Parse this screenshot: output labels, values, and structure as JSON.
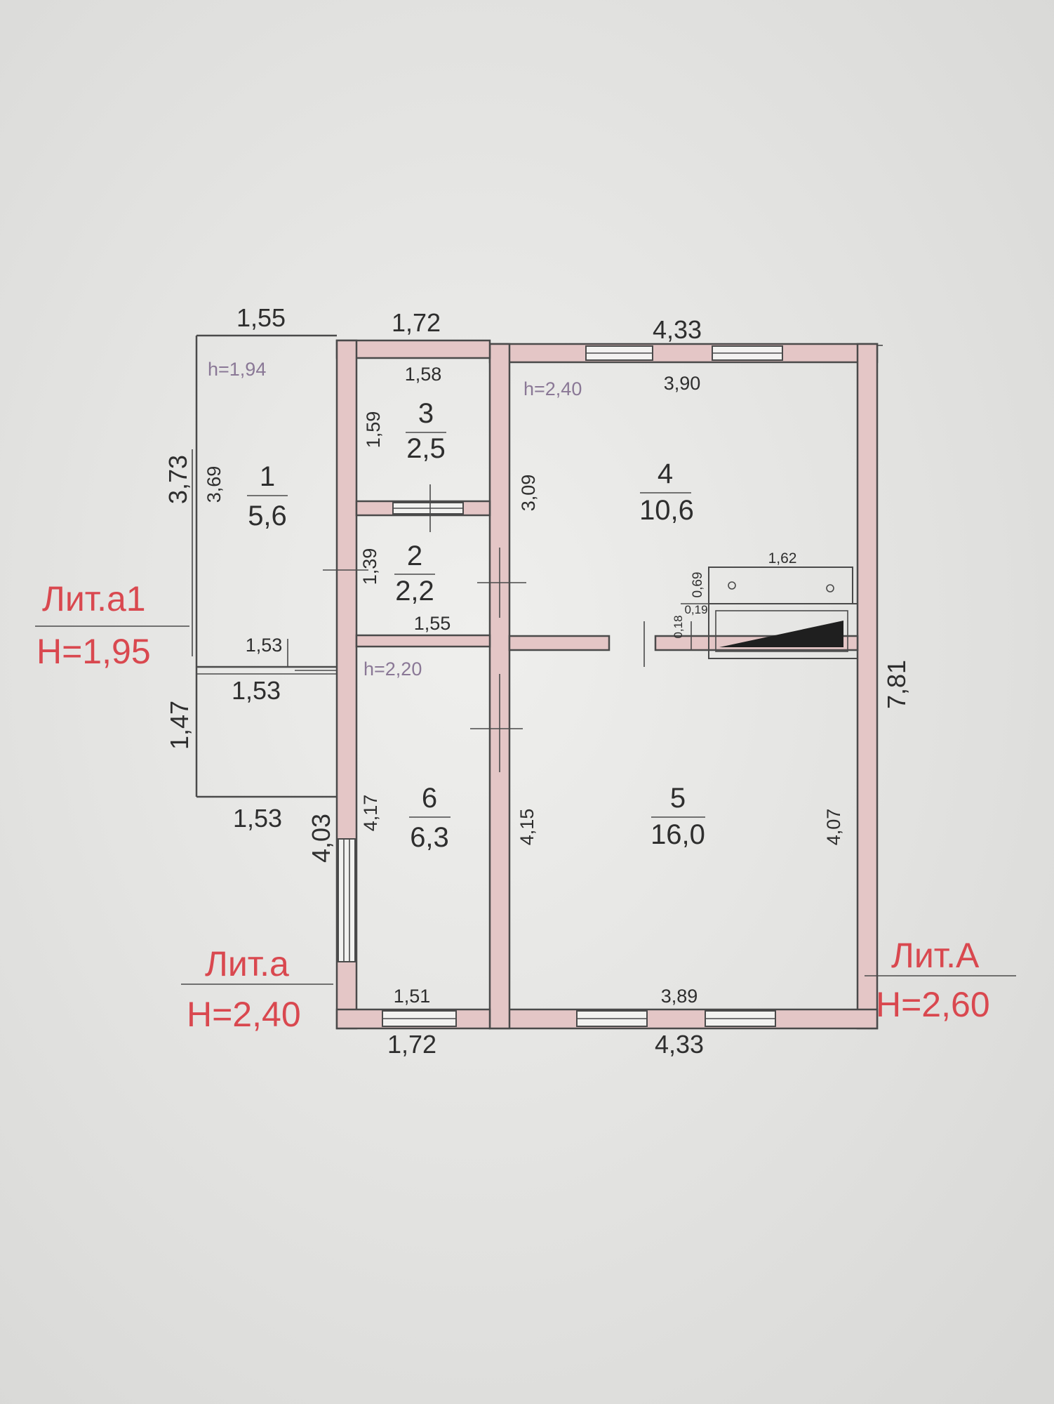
{
  "dimensions": {
    "top_a1": "1,55",
    "top_a": "1,72",
    "top_A": "4,33",
    "inner_r3_top": "1,58",
    "inner_r4_top": "3,90",
    "a1_left_outer": "3,73",
    "a1_left_inner": "3,69",
    "r3_left": "1,59",
    "r4_left": "3,09",
    "r2_left": "1,39",
    "r2_bottom": "1,55",
    "a1_mid_top": "1,53",
    "a1_mid_bottom": "1,53",
    "a1_lower_left": "1,47",
    "a1_lower_bottom": "1,53",
    "a_left_outer": "4,03",
    "r6_left": "4,17",
    "r5_left": "4,15",
    "r5_right": "4,07",
    "A_right": "7,81",
    "oven_width": "1,62",
    "oven_depth": "0,69",
    "oven_a": "0,18",
    "oven_b": "0,19",
    "r6_bottom": "1,51",
    "r5_bottom": "3,89",
    "bottom_a": "1,72",
    "bottom_A": "4,33"
  },
  "rooms": [
    {
      "number": "1",
      "area": "5,6"
    },
    {
      "number": "2",
      "area": "2,2"
    },
    {
      "number": "3",
      "area": "2,5"
    },
    {
      "number": "4",
      "area": "10,6"
    },
    {
      "number": "5",
      "area": "16,0"
    },
    {
      "number": "6",
      "area": "6,3"
    }
  ],
  "heights": {
    "a1_room": "h=1,94",
    "A_rooms": "h=2,40",
    "a_rooms": "h=2,20"
  },
  "letters": [
    {
      "name": "Лит.а1",
      "height": "H=1,95"
    },
    {
      "name": "Лит.а",
      "height": "H=2,40"
    },
    {
      "name": "Лит.А",
      "height": "H=2,60"
    }
  ],
  "colors": {
    "paper": "#e8e8e6",
    "wall_fill": "#e4c6c6",
    "ink": "#2e2e2e",
    "red_label": "#d9484f",
    "height_label": "#8a7896"
  }
}
